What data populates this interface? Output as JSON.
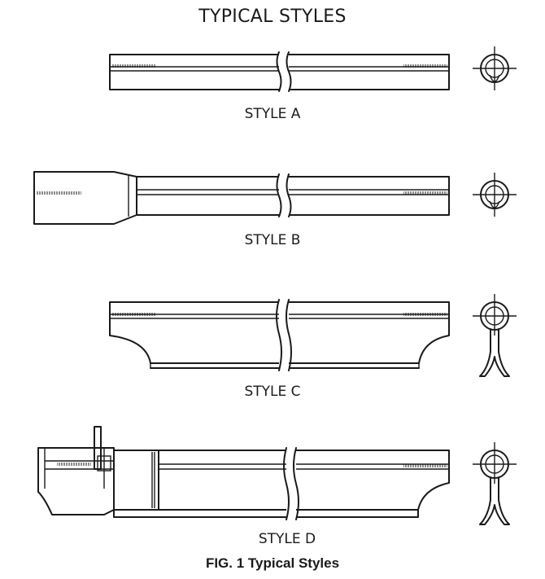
{
  "title": "TYPICAL STYLES",
  "styles": [
    {
      "label": "STYLE A"
    },
    {
      "label": "STYLE B"
    },
    {
      "label": "STYLE C"
    },
    {
      "label": "STYLE D"
    }
  ],
  "caption": "FIG. 1  Typical Styles"
}
